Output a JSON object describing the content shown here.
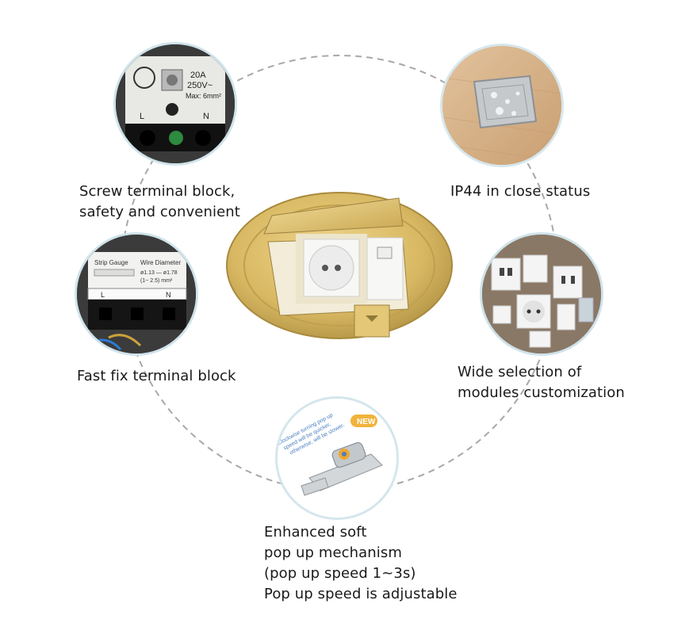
{
  "features": {
    "screw_terminal": {
      "caption": [
        "Screw terminal block,",
        "safety and convenient"
      ],
      "label_rating": "20A",
      "label_voltage": "250V~",
      "label_max": "Max: 6mm²",
      "label_l": "L",
      "label_n": "N"
    },
    "ip44": {
      "caption": [
        "IP44 in close status"
      ]
    },
    "fast_fix": {
      "caption": [
        "Fast fix terminal block"
      ],
      "label_strip": "Strip Gauge",
      "label_wire": "Wire Diameter",
      "label_range": "ø1.13 — ø1.78",
      "label_mm": "(1~ 2.5) mm²",
      "label_l": "L",
      "label_n": "N"
    },
    "modules": {
      "caption": [
        "Wide selection of",
        "modules customization"
      ]
    },
    "popup": {
      "caption": [
        "Enhanced  soft",
        "pop up mechanism",
        "(pop up speed 1~3s)",
        "Pop up speed is adjustable"
      ],
      "badge": "NEW",
      "note": "Clockwise turning pop up speed will be quicker, otherwise, will be slower."
    }
  },
  "colors": {
    "brass": "#d9b964",
    "brass_dark": "#a8893c",
    "dashed_ring": "#a0a0a0",
    "circle_border": "#9fc7d6"
  }
}
